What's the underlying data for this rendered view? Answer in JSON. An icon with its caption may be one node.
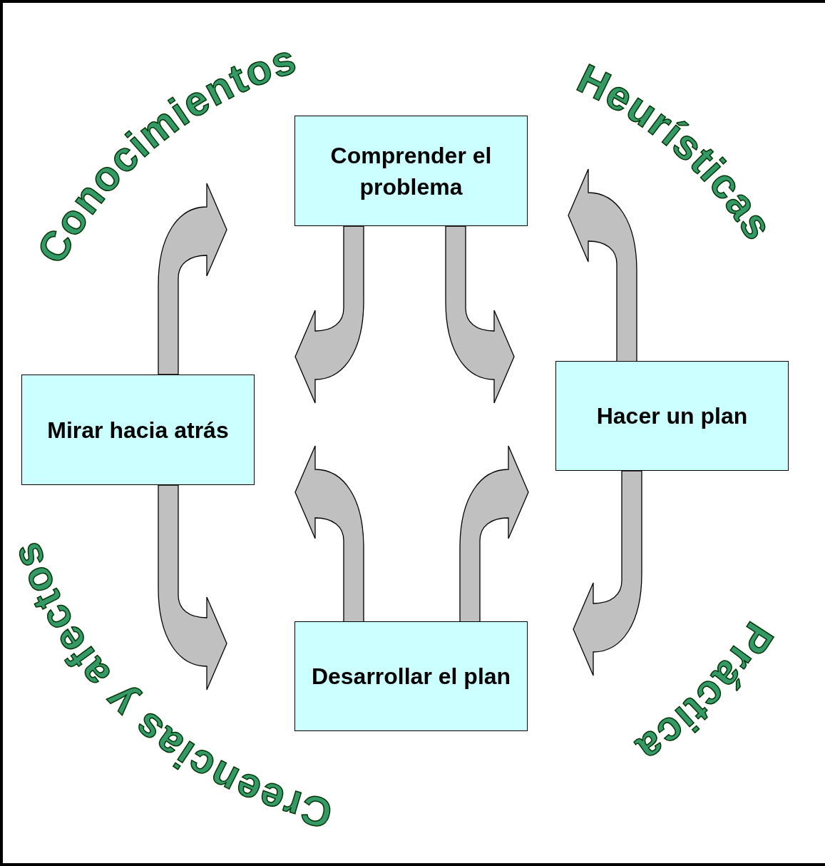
{
  "diagram": {
    "nodes": [
      {
        "text": [
          "Comprender el problema"
        ]
      },
      {
        "text": [
          "Hacer un plan"
        ]
      },
      {
        "text": [
          "Desarrollar el plan"
        ]
      },
      {
        "text": [
          "Mirar hacia atrás"
        ]
      }
    ],
    "edges": [
      {
        "from": 3,
        "to": 0,
        "arrow": "to"
      },
      {
        "from": 0,
        "to": 3,
        "arrow": "to"
      },
      {
        "from": 0,
        "to": 1,
        "arrow": "to"
      },
      {
        "from": 1,
        "to": 0,
        "arrow": "to"
      },
      {
        "from": 1,
        "to": 2,
        "arrow": "to"
      },
      {
        "from": 2,
        "to": 3,
        "arrow": "to"
      },
      {
        "from": 2,
        "to": 1,
        "arrow": "to"
      },
      {
        "from": 3,
        "to": 2,
        "arrow": "to"
      }
    ],
    "labels": [
      "Conocimientos",
      "Heurísticas",
      "Práctica",
      "Creencias y afectos"
    ]
  }
}
